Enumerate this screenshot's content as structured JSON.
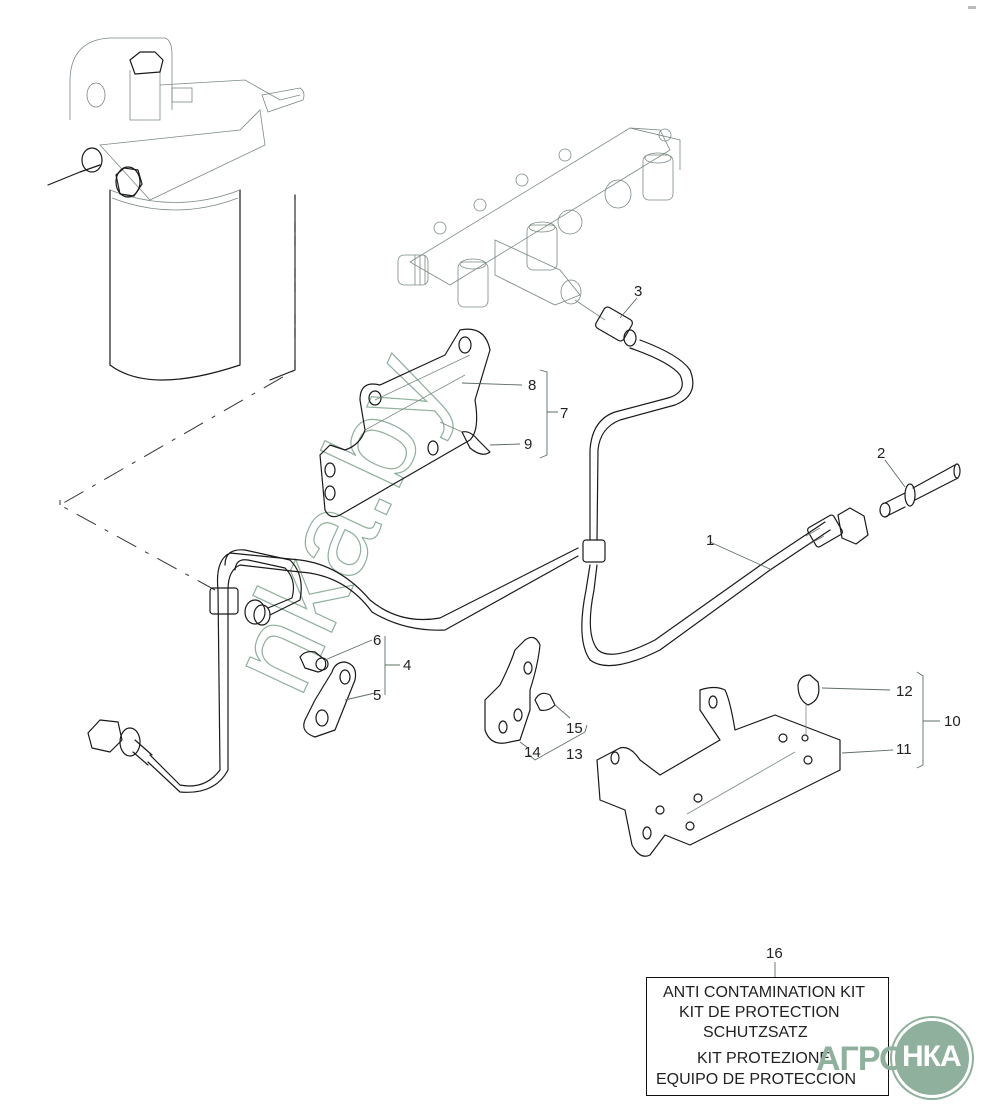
{
  "diagram": {
    "title": "Fuel line / anti contamination kit exploded parts diagram",
    "callouts": [
      {
        "id": "1",
        "label": "1",
        "part": "fuel-pipe"
      },
      {
        "id": "2",
        "label": "2",
        "part": "quick-connector"
      },
      {
        "id": "3",
        "label": "3",
        "part": "rail-fitting"
      },
      {
        "id": "4",
        "label": "4",
        "part": "bracket-assembly"
      },
      {
        "id": "5",
        "label": "5",
        "part": "bracket-plate"
      },
      {
        "id": "6",
        "label": "6",
        "part": "clip"
      },
      {
        "id": "7",
        "label": "7",
        "part": "bracket-assembly"
      },
      {
        "id": "8",
        "label": "8",
        "part": "bracket-plate"
      },
      {
        "id": "9",
        "label": "9",
        "part": "clip"
      },
      {
        "id": "10",
        "label": "10",
        "part": "support-assembly"
      },
      {
        "id": "11",
        "label": "11",
        "part": "support-plate"
      },
      {
        "id": "12",
        "label": "12",
        "part": "clip"
      },
      {
        "id": "13",
        "label": "13",
        "part": "bracket-assembly"
      },
      {
        "id": "14",
        "label": "14",
        "part": "bracket-plate"
      },
      {
        "id": "15",
        "label": "15",
        "part": "clip"
      },
      {
        "id": "16",
        "label": "16",
        "part": "anti-contamination-kit"
      }
    ],
    "kit_box": {
      "lines": [
        "ANTI CONTAMINATION KIT",
        "KIT DE PROTECTION",
        "SCHUTZSATZ",
        "KIT PROTEZIONE",
        "EQUIPO DE PROTECCION"
      ]
    },
    "watermark": {
      "text": "nka.by",
      "logo_left": "АГРО",
      "logo_right": "НКА"
    }
  }
}
